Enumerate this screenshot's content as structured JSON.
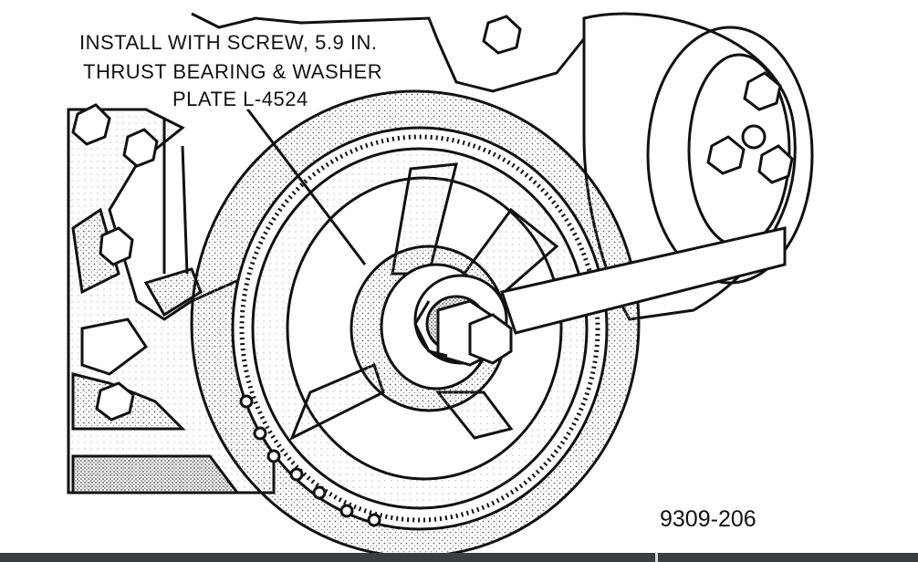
{
  "callout": {
    "line1": "INSTALL WITH SCREW, 5.9 IN.",
    "line2": "THRUST BEARING & WASHER",
    "line3": "PLATE L-4524"
  },
  "figure_number": "9309-206",
  "colors": {
    "ink": "#111111",
    "paper": "#ffffff",
    "stipple": "#777777",
    "bar": "#3a3d42"
  },
  "icons": [
    "bolt-icon",
    "wrench-handle-icon",
    "pulley-icon"
  ]
}
